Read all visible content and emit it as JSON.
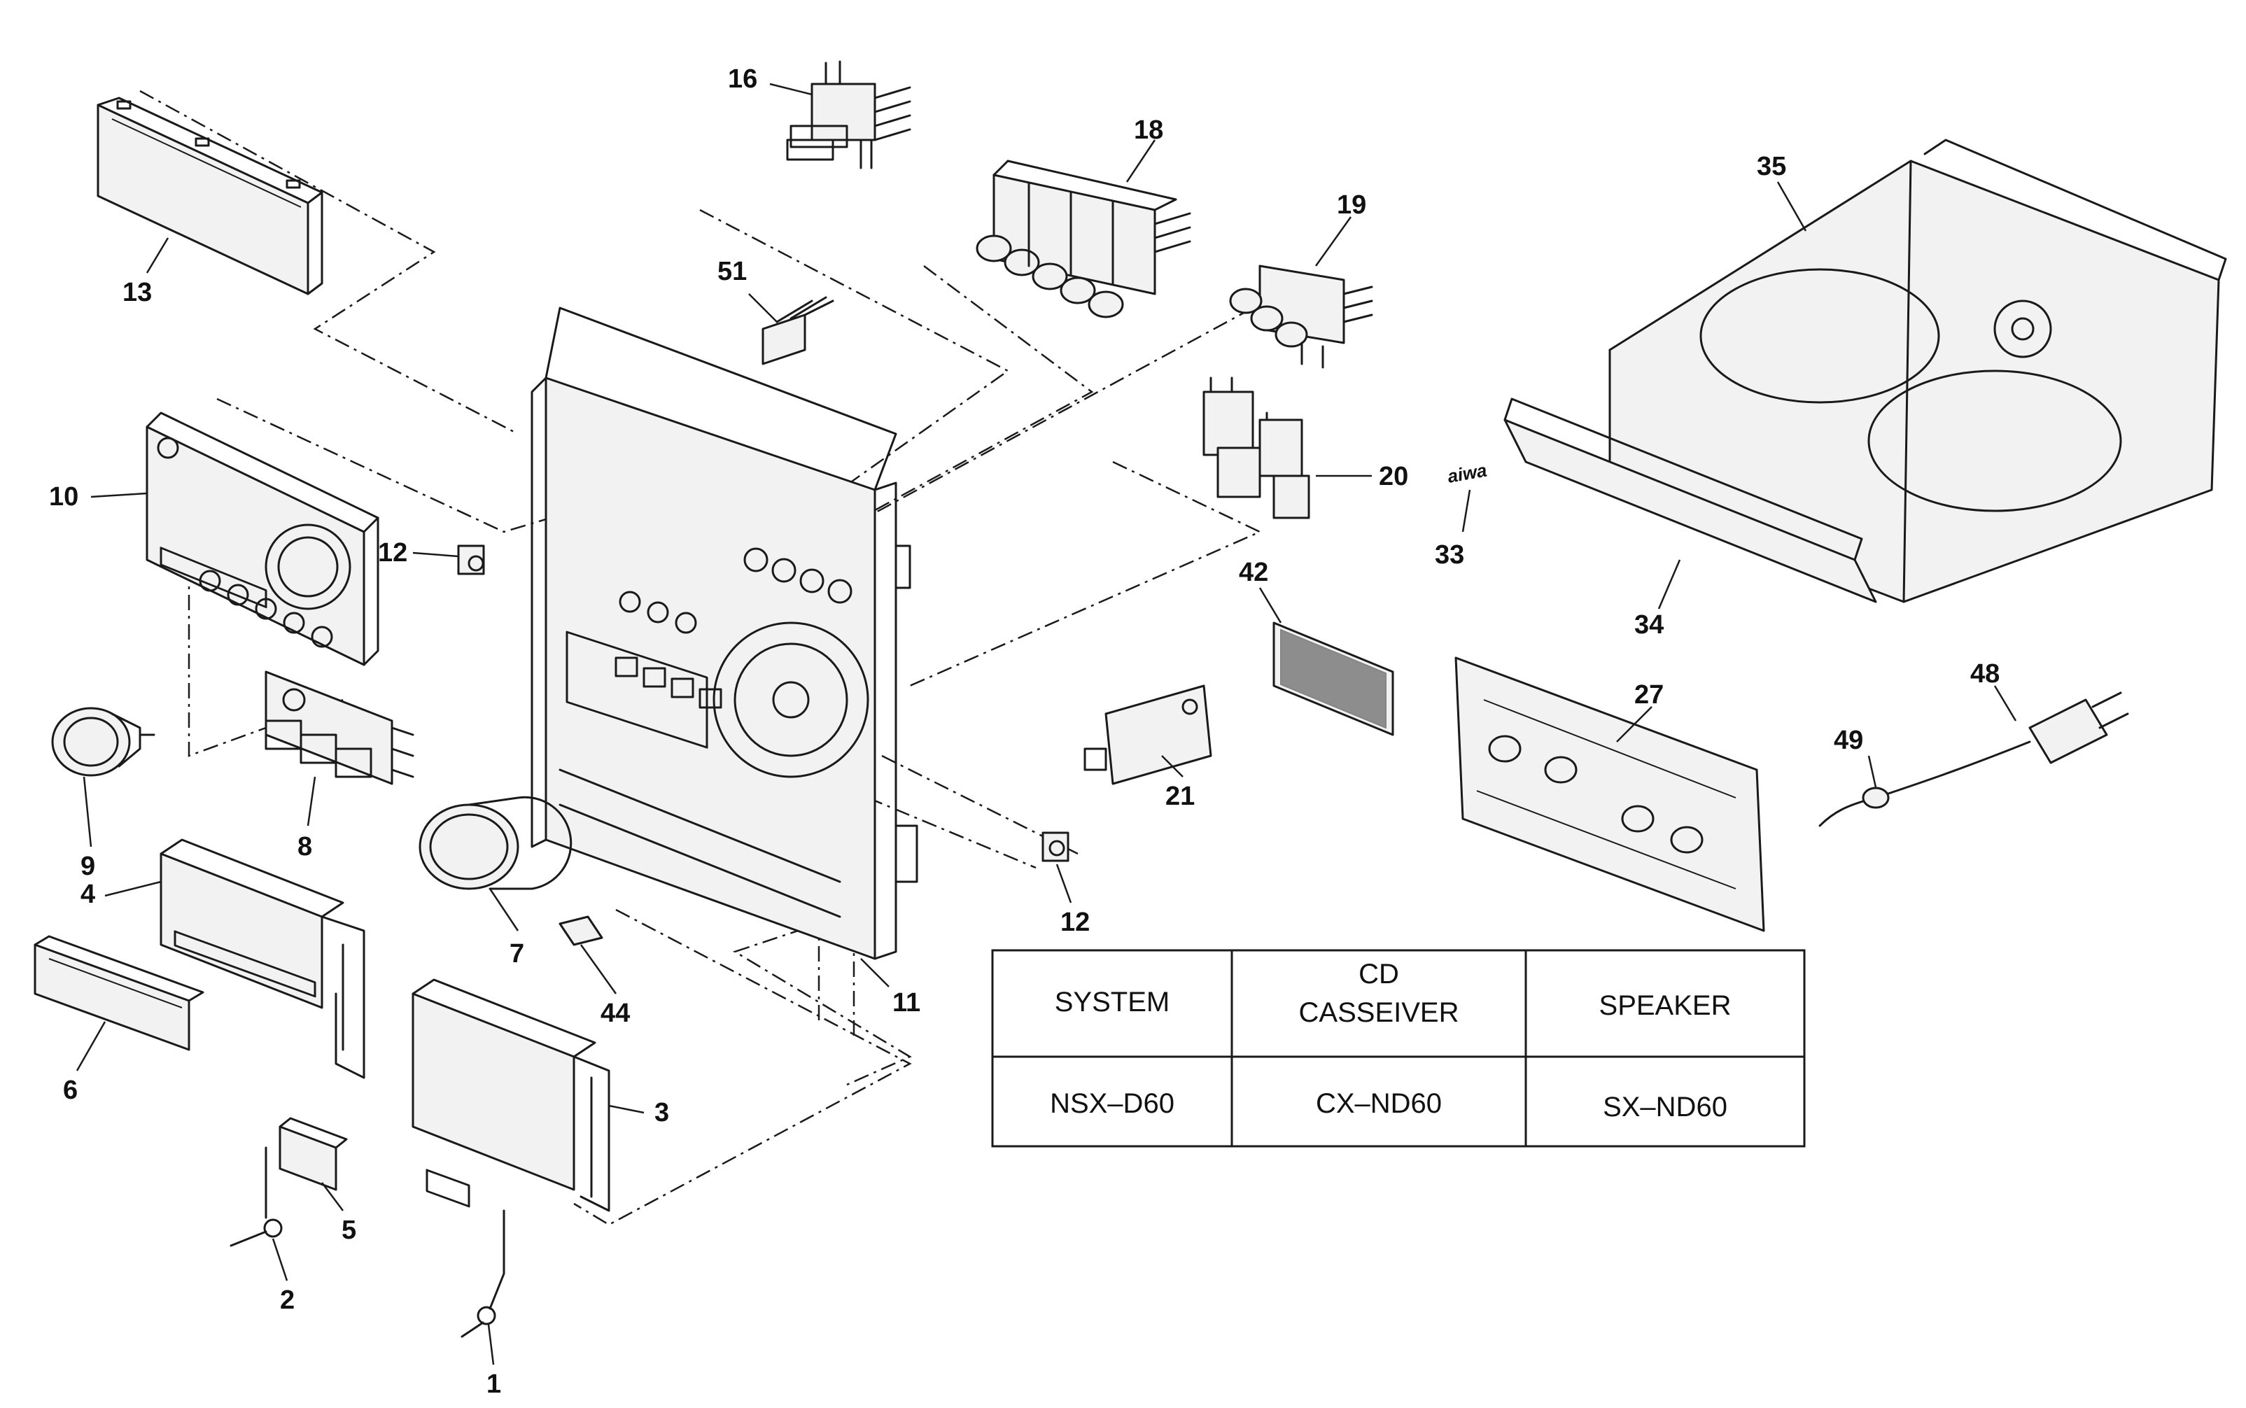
{
  "callouts": {
    "p1": "1",
    "p2": "2",
    "p3": "3",
    "p4": "4",
    "p5": "5",
    "p6": "6",
    "p7": "7",
    "p8": "8",
    "p9": "9",
    "p10": "10",
    "p11": "11",
    "p12a": "12",
    "p12b": "12",
    "p13": "13",
    "p16": "16",
    "p18": "18",
    "p19": "19",
    "p20": "20",
    "p21": "21",
    "p27": "27",
    "p33": "33",
    "p34": "34",
    "p35": "35",
    "p42": "42",
    "p44": "44",
    "p48": "48",
    "p49": "49",
    "p51": "51"
  },
  "brand_mark": "aiwa",
  "model_table": {
    "headers": {
      "system": "SYSTEM",
      "cd_line1": "CD",
      "cd_line2": "CASSEIVER",
      "speaker": "SPEAKER"
    },
    "row": {
      "system": "NSX–D60",
      "casseiver": "CX–ND60",
      "speaker": "SX–ND60"
    }
  }
}
